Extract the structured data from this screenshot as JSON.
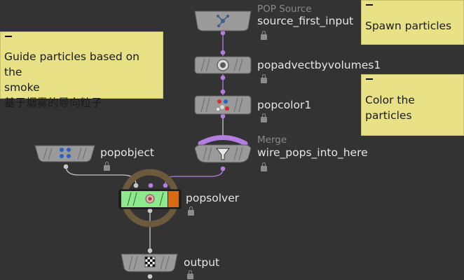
{
  "sticky_notes": {
    "guide": [
      "Guide particles based on the",
      "smoke",
      "基于烟雾的导向粒子"
    ],
    "spawn": "Spawn particles",
    "color": "Color the particles"
  },
  "nodes": {
    "source": {
      "type": "POP Source",
      "name": "source_first_input",
      "icon": "source-icon"
    },
    "advect": {
      "name": "popadvectbyvolumes1",
      "icon": "advect-volume-icon"
    },
    "color": {
      "name": "popcolor1",
      "icon": "color-dots-icon"
    },
    "merge": {
      "type": "Merge",
      "name": "wire_pops_into_here",
      "icon": "funnel-icon"
    },
    "popobject": {
      "name": "popobject",
      "icon": "dots-icon"
    },
    "popsolver": {
      "name": "popsolver",
      "icon": "solver-icon"
    },
    "output": {
      "name": "output",
      "icon": "checkered-flag-icon"
    }
  },
  "colors": {
    "background": "#333333",
    "sticky": "#e8e185",
    "wire": "#c8c8c8",
    "connector": "#b27ee0",
    "solver_green": "#8ee88e",
    "solver_orange": "#d86a12",
    "solver_ring": "#6b5a3c"
  }
}
